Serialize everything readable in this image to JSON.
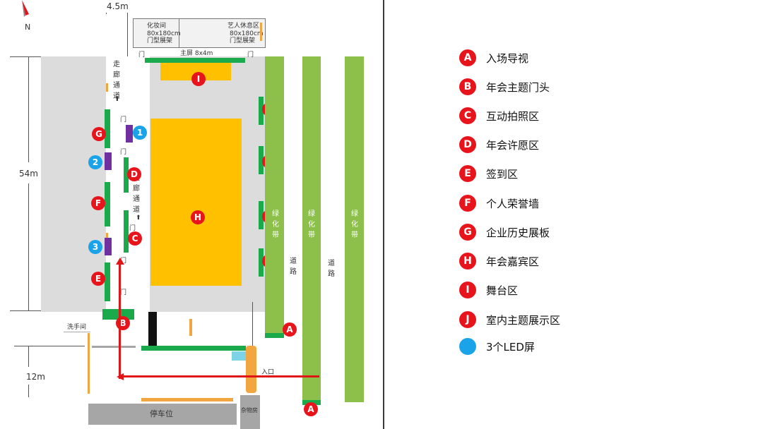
{
  "map": {
    "compass": "N",
    "dims": {
      "top": "4.5m",
      "left": "54m",
      "bottom_left": "12m"
    },
    "rooms": {
      "makeup": {
        "title": "化妆间",
        "size": "80x180cm",
        "type": "门型展架"
      },
      "artist_lounge": {
        "title": "艺人休息区",
        "size": "80x180cm",
        "type": "门型展架"
      },
      "main_screen": "主屏 8x4m",
      "restroom": "洗手间",
      "parking": "停车位",
      "storage": "杂物房",
      "entrance": "入口"
    },
    "door_label": "门",
    "corridor": "走廊通道",
    "greenbelt": "绿化带",
    "road": "道路",
    "markers": {
      "A": "A",
      "B": "B",
      "C": "C",
      "D": "D",
      "E": "E",
      "F": "F",
      "G": "G",
      "H": "H",
      "I": "I",
      "J": "J",
      "led1": "1",
      "led2": "2",
      "led3": "3"
    }
  },
  "legend": [
    {
      "key": "A",
      "label": "入场导视",
      "color": "#e8141c"
    },
    {
      "key": "B",
      "label": "年会主题门头",
      "color": "#e8141c"
    },
    {
      "key": "C",
      "label": "互动拍照区",
      "color": "#e8141c"
    },
    {
      "key": "D",
      "label": "年会许愿区",
      "color": "#e8141c"
    },
    {
      "key": "E",
      "label": "签到区",
      "color": "#e8141c"
    },
    {
      "key": "F",
      "label": "个人荣誉墙",
      "color": "#e8141c"
    },
    {
      "key": "G",
      "label": "企业历史展板",
      "color": "#e8141c"
    },
    {
      "key": "H",
      "label": "年会嘉宾区",
      "color": "#e8141c"
    },
    {
      "key": "I",
      "label": "舞台区",
      "color": "#e8141c"
    },
    {
      "key": "J",
      "label": "室内主题展示区",
      "color": "#e8141c"
    },
    {
      "key": "",
      "label": "3个LED屏",
      "color": "#1aa3e8"
    }
  ]
}
